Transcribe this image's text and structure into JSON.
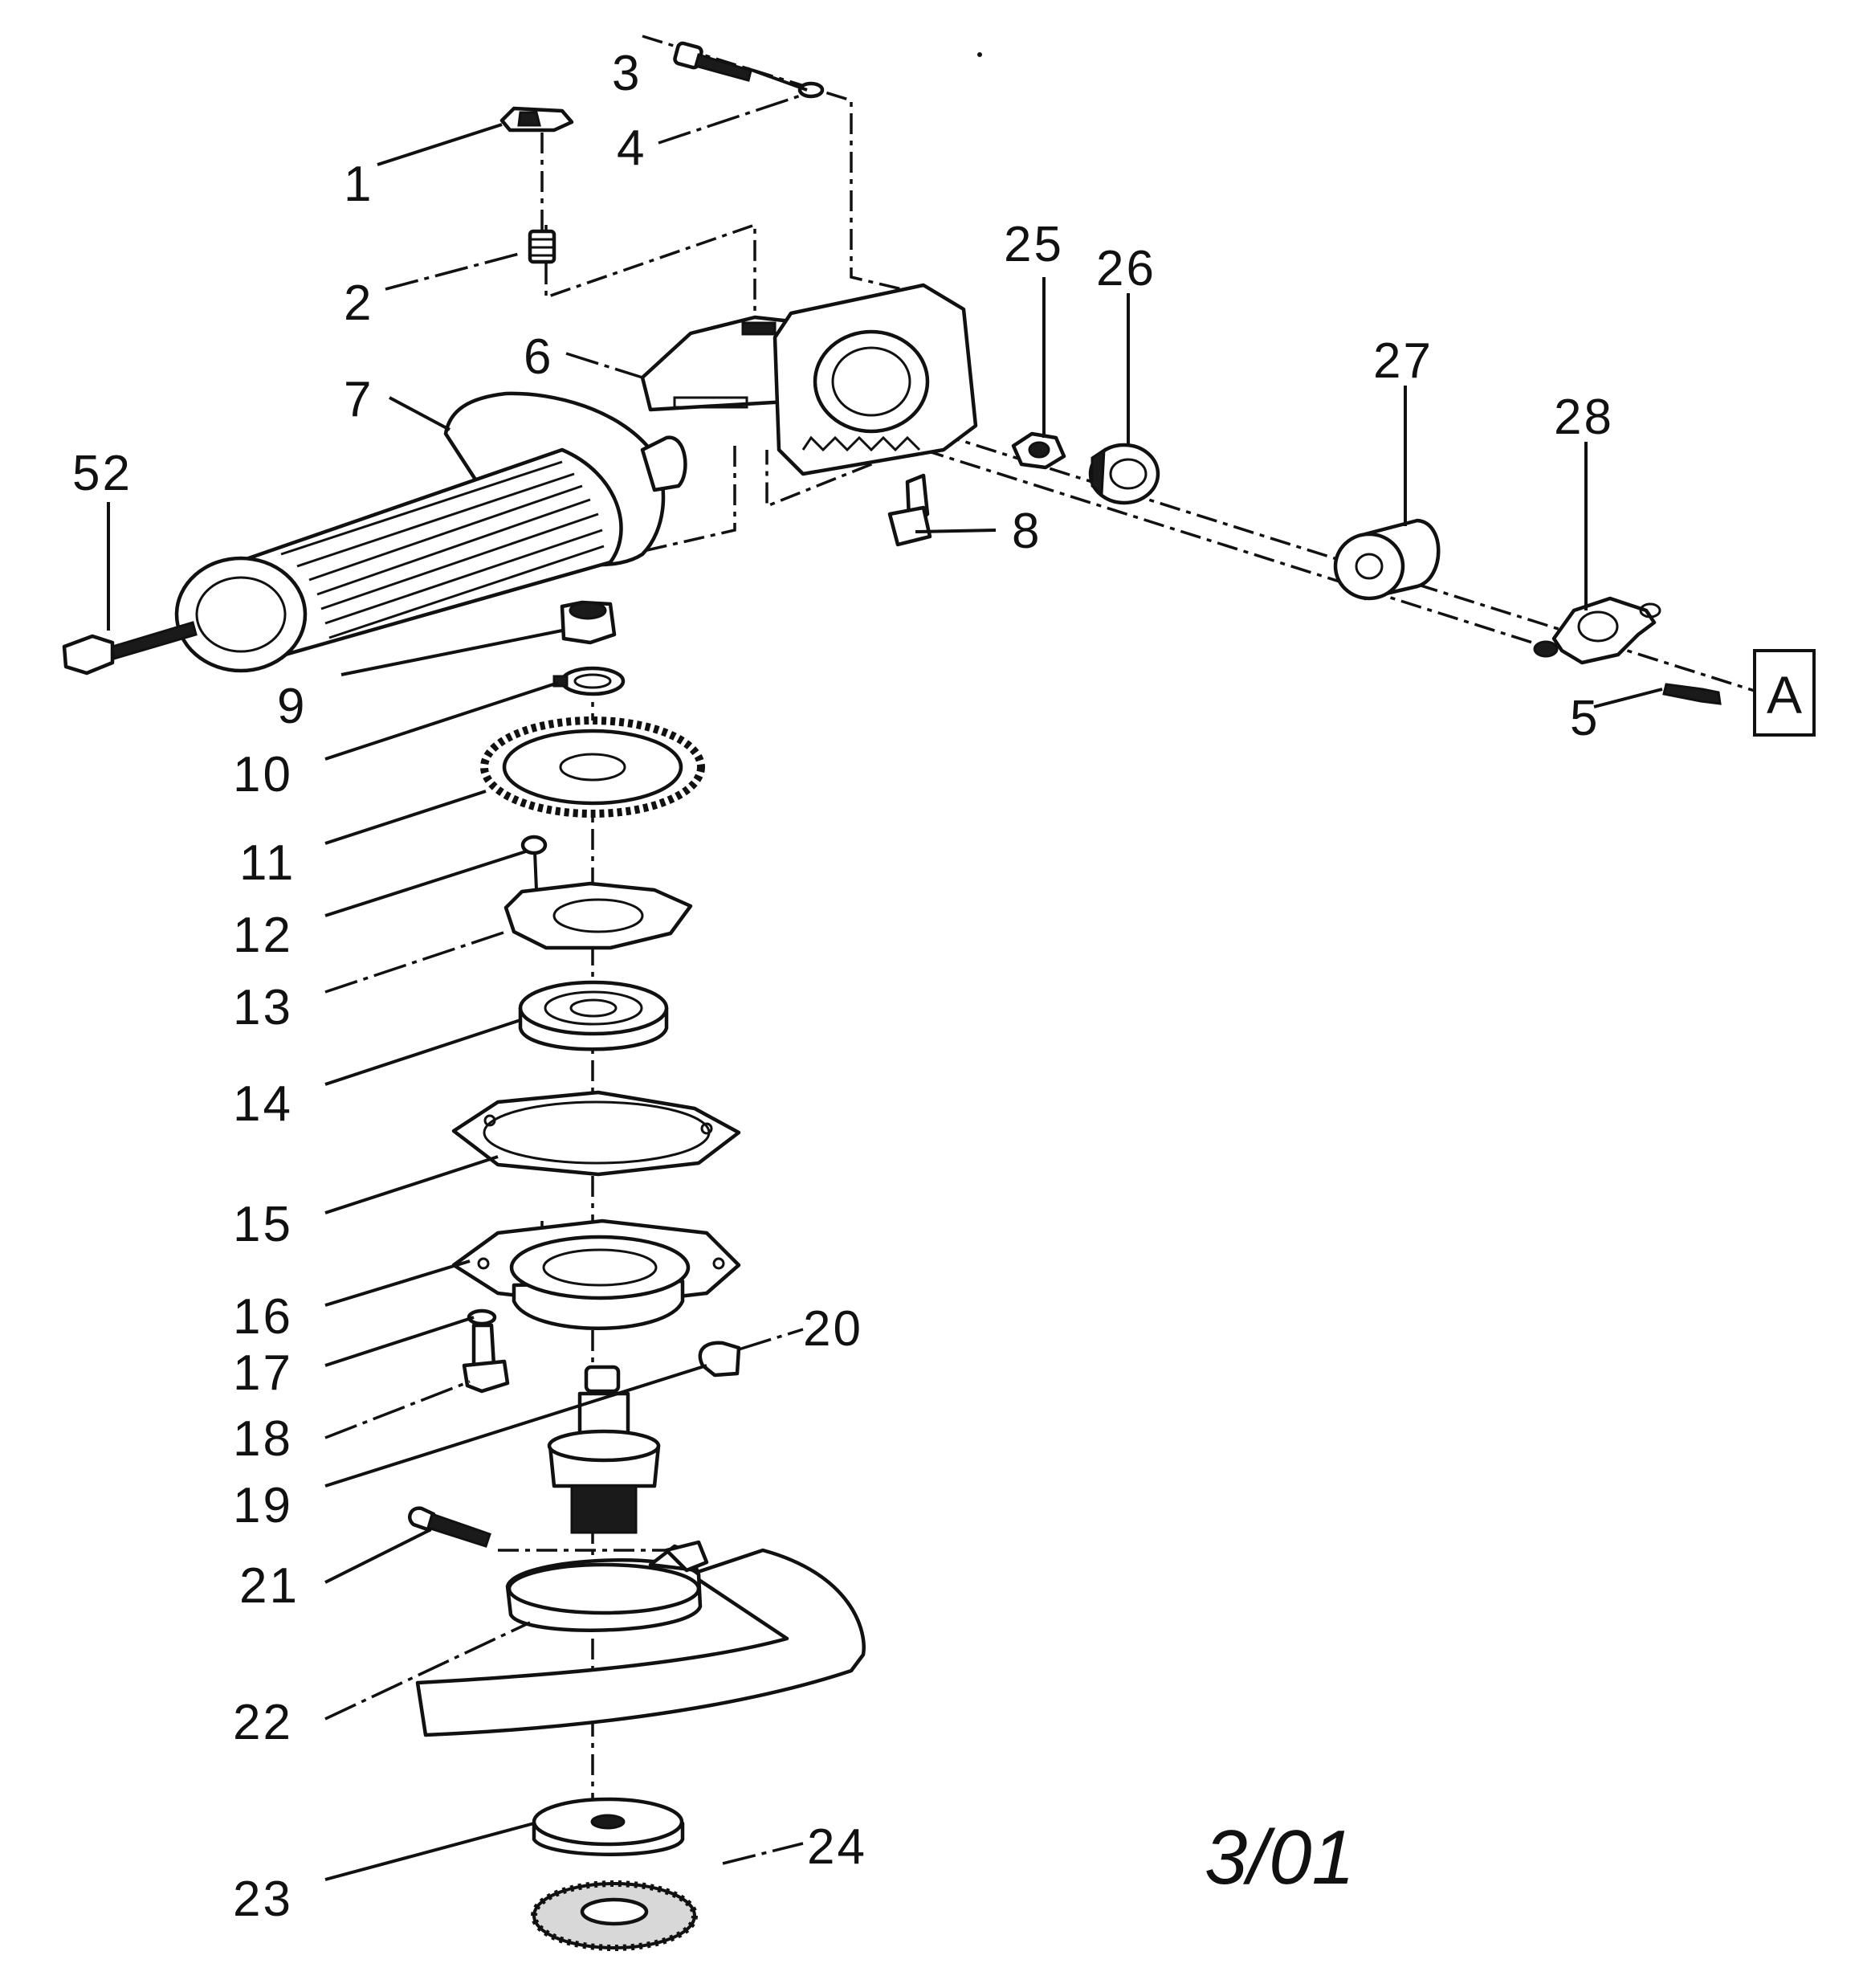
{
  "diagram": {
    "parts": [
      {
        "id": "1"
      },
      {
        "id": "2"
      },
      {
        "id": "3"
      },
      {
        "id": "4"
      },
      {
        "id": "5"
      },
      {
        "id": "6"
      },
      {
        "id": "7"
      },
      {
        "id": "8"
      },
      {
        "id": "9"
      },
      {
        "id": "10"
      },
      {
        "id": "11"
      },
      {
        "id": "12"
      },
      {
        "id": "13"
      },
      {
        "id": "14"
      },
      {
        "id": "15"
      },
      {
        "id": "16"
      },
      {
        "id": "17"
      },
      {
        "id": "18"
      },
      {
        "id": "19"
      },
      {
        "id": "20"
      },
      {
        "id": "21"
      },
      {
        "id": "22"
      },
      {
        "id": "23"
      },
      {
        "id": "24"
      },
      {
        "id": "25"
      },
      {
        "id": "26"
      },
      {
        "id": "27"
      },
      {
        "id": "28"
      },
      {
        "id": "52"
      }
    ],
    "reference_box": "A",
    "date_note": "3/01"
  }
}
